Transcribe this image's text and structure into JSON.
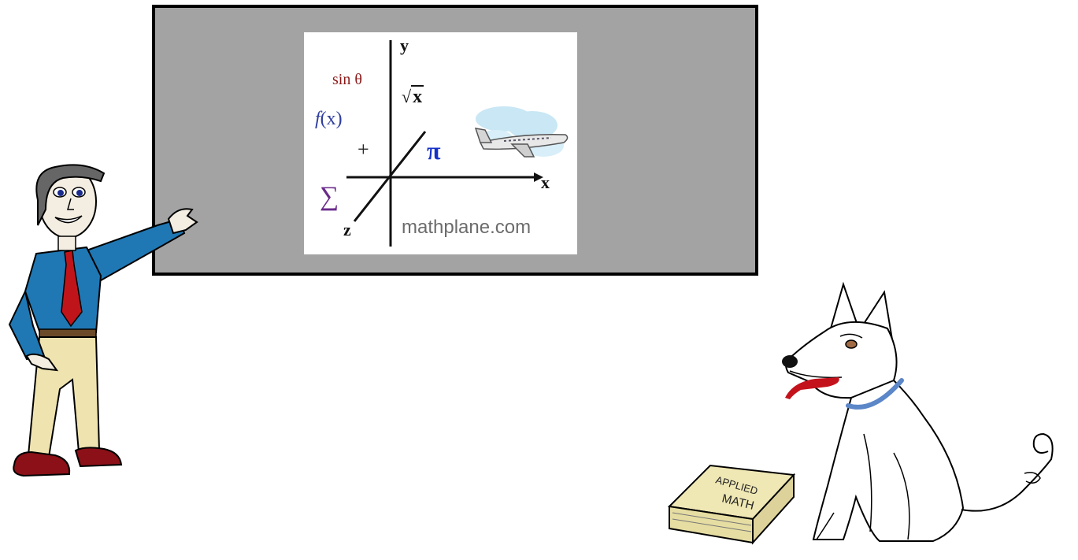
{
  "board": {
    "logo": {
      "axis_y": "y",
      "axis_x": "x",
      "axis_z": "z",
      "sin_label": "sin θ",
      "f_label": "f",
      "f_arg": "(x)",
      "plus": "+",
      "sigma": "∑",
      "sqrt_radical": "√",
      "sqrt_x": "x",
      "pi": "π",
      "website": "mathplane.com"
    }
  },
  "book": {
    "line1": "APPLIED",
    "line2": "MATH"
  },
  "colors": {
    "board_gray": "#a3a3a3",
    "teacher_shirt": "#1f78b4",
    "teacher_tie": "#c0141b",
    "teacher_pants": "#efe3b0",
    "teacher_shoes": "#8b1017",
    "dog_collar": "#5b86c8",
    "dog_tongue": "#c4121c",
    "book_cover": "#efe7b4"
  }
}
